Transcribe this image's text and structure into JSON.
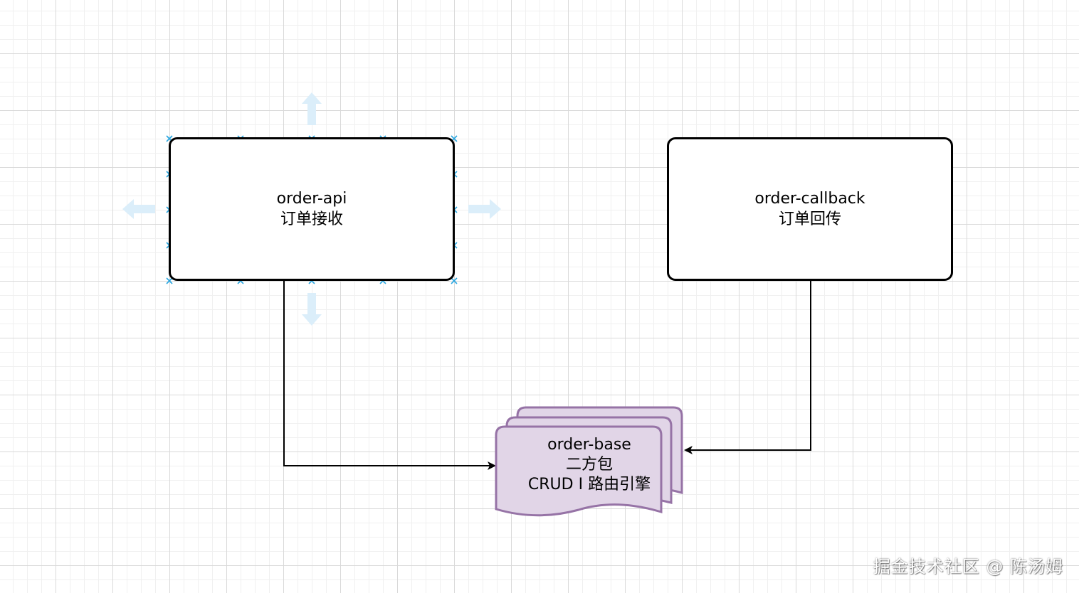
{
  "diagram": {
    "nodes": [
      {
        "id": "order-api",
        "title": "order-api",
        "subtitle": "订单接收"
      },
      {
        "id": "order-callback",
        "title": "order-callback",
        "subtitle": "订单回传"
      }
    ],
    "package": {
      "id": "order-base",
      "lines": [
        "order-base",
        "二方包",
        "CRUD I 路由引擎"
      ],
      "fill": "#e1d5e7",
      "stroke": "#9673a6"
    },
    "edges": [
      {
        "from": "order-api",
        "to": "order-base"
      },
      {
        "from": "order-callback",
        "to": "order-base"
      }
    ],
    "selection_color": "#29a6e0",
    "hover_arrow_color": "#dbeefa"
  },
  "watermark": {
    "site": "掘金技术社区",
    "at": "@",
    "author": "陈汤姆"
  }
}
